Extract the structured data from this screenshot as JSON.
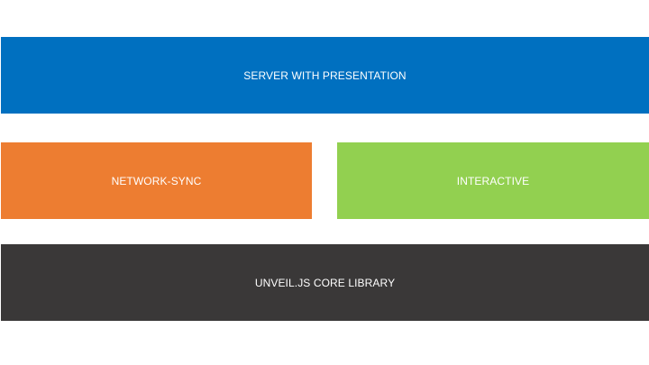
{
  "diagram": {
    "blocks": [
      {
        "label": "SERVER WITH PRESENTATION",
        "color": "#0070c0"
      },
      {
        "label": "NETWORK-SYNC",
        "color": "#ed7d31"
      },
      {
        "label": "INTERACTIVE",
        "color": "#92d050"
      },
      {
        "label": "UNVEIL.JS CORE LIBRARY",
        "color": "#3a3838"
      }
    ]
  }
}
